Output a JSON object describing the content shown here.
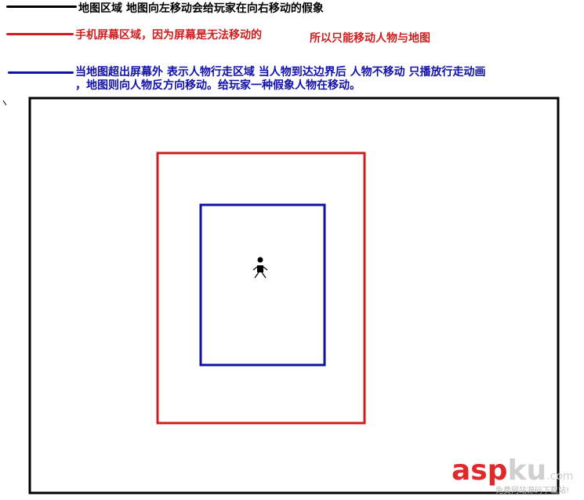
{
  "colors": {
    "map": "#000000",
    "screen": "#cc1f1f",
    "walk_area": "#1010aa",
    "background": "#ffffff"
  },
  "legend": {
    "map": {
      "text": "地图区域  地图向左移动会给玩家在向右移动的假象"
    },
    "screen": {
      "text_part1": "手机屏幕区域，因为屏幕是无法移动的",
      "text_part2": "所以只能移动人物与地图"
    },
    "walk_area": {
      "line1": "当地图超出屏幕外  表示人物行走区域  当人物到达边界后  人物不移动  只播放行走动画",
      "line2": "，地图则向人物反方向移动。给玩家一种假象人物在移动。"
    }
  },
  "character": {
    "icon": "stick-figure-icon"
  },
  "watermark": {
    "brand_part1": "asp",
    "brand_part2": "ku",
    "brand_suffix": ".com",
    "tagline": "免费网站源码下载站!"
  }
}
